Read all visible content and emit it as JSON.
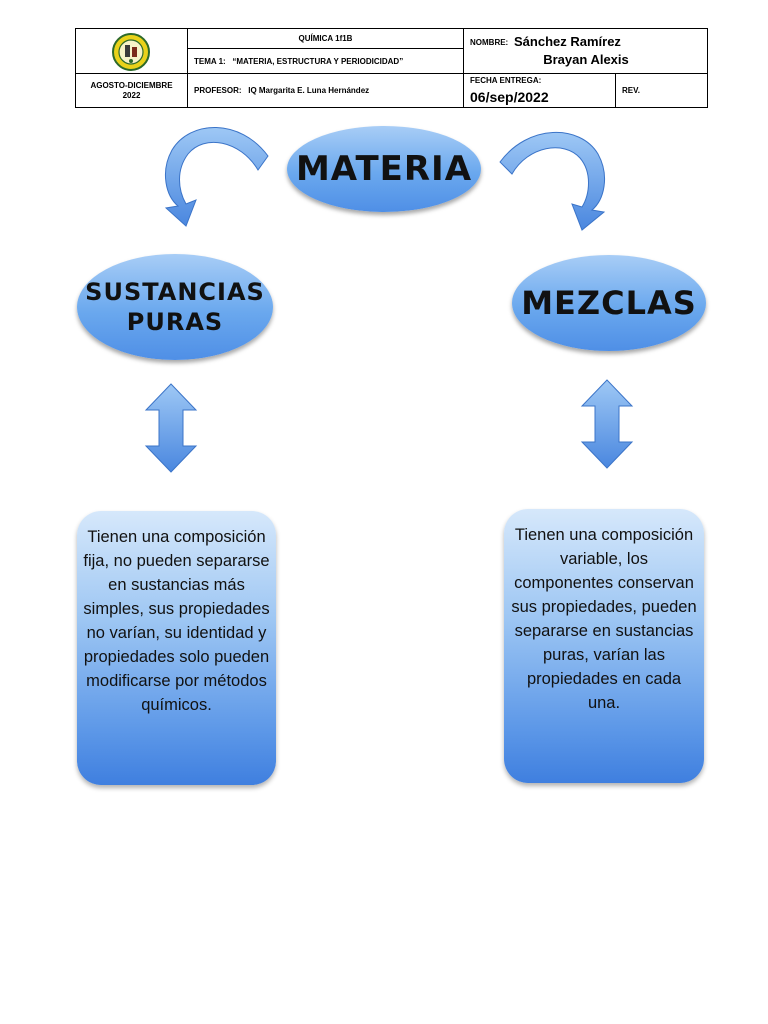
{
  "header": {
    "subject": "QUÍMICA 1f1B",
    "topic": "TEMA 1:   “MATERIA, ESTRUCTURA Y PERIODICIDAD”",
    "period": "AGOSTO-DICIEMBRE 2022",
    "professor": "PROFESOR:   IQ Margarita E. Luna Hernández",
    "name_label": "NOMBRE:",
    "name_line1": "Sánchez Ramírez",
    "name_line2": "Brayan Alexis",
    "date_label": "FECHA ENTREGA:",
    "date_value": "06/sep/2022",
    "rev_label": "REV.",
    "logo_icon": "school-seal-icon"
  },
  "diagram": {
    "root": "MATERIA",
    "left_node": "SUSTANCIAS PURAS",
    "right_node": "MEZCLAS",
    "left_description": "Tienen una composición fija, no pueden separarse en sustancias más simples, sus propiedades no varían, su identidad y propiedades solo pueden modificarse por métodos químicos.",
    "right_description": "Tienen una composición variable, los componentes conservan sus propiedades, pueden separarse en sustancias puras, varían las propiedades en cada una.",
    "colors": {
      "node_light": "#a8cdf6",
      "node_dark": "#4f8fe6",
      "arrow": "#5b95e3"
    }
  }
}
